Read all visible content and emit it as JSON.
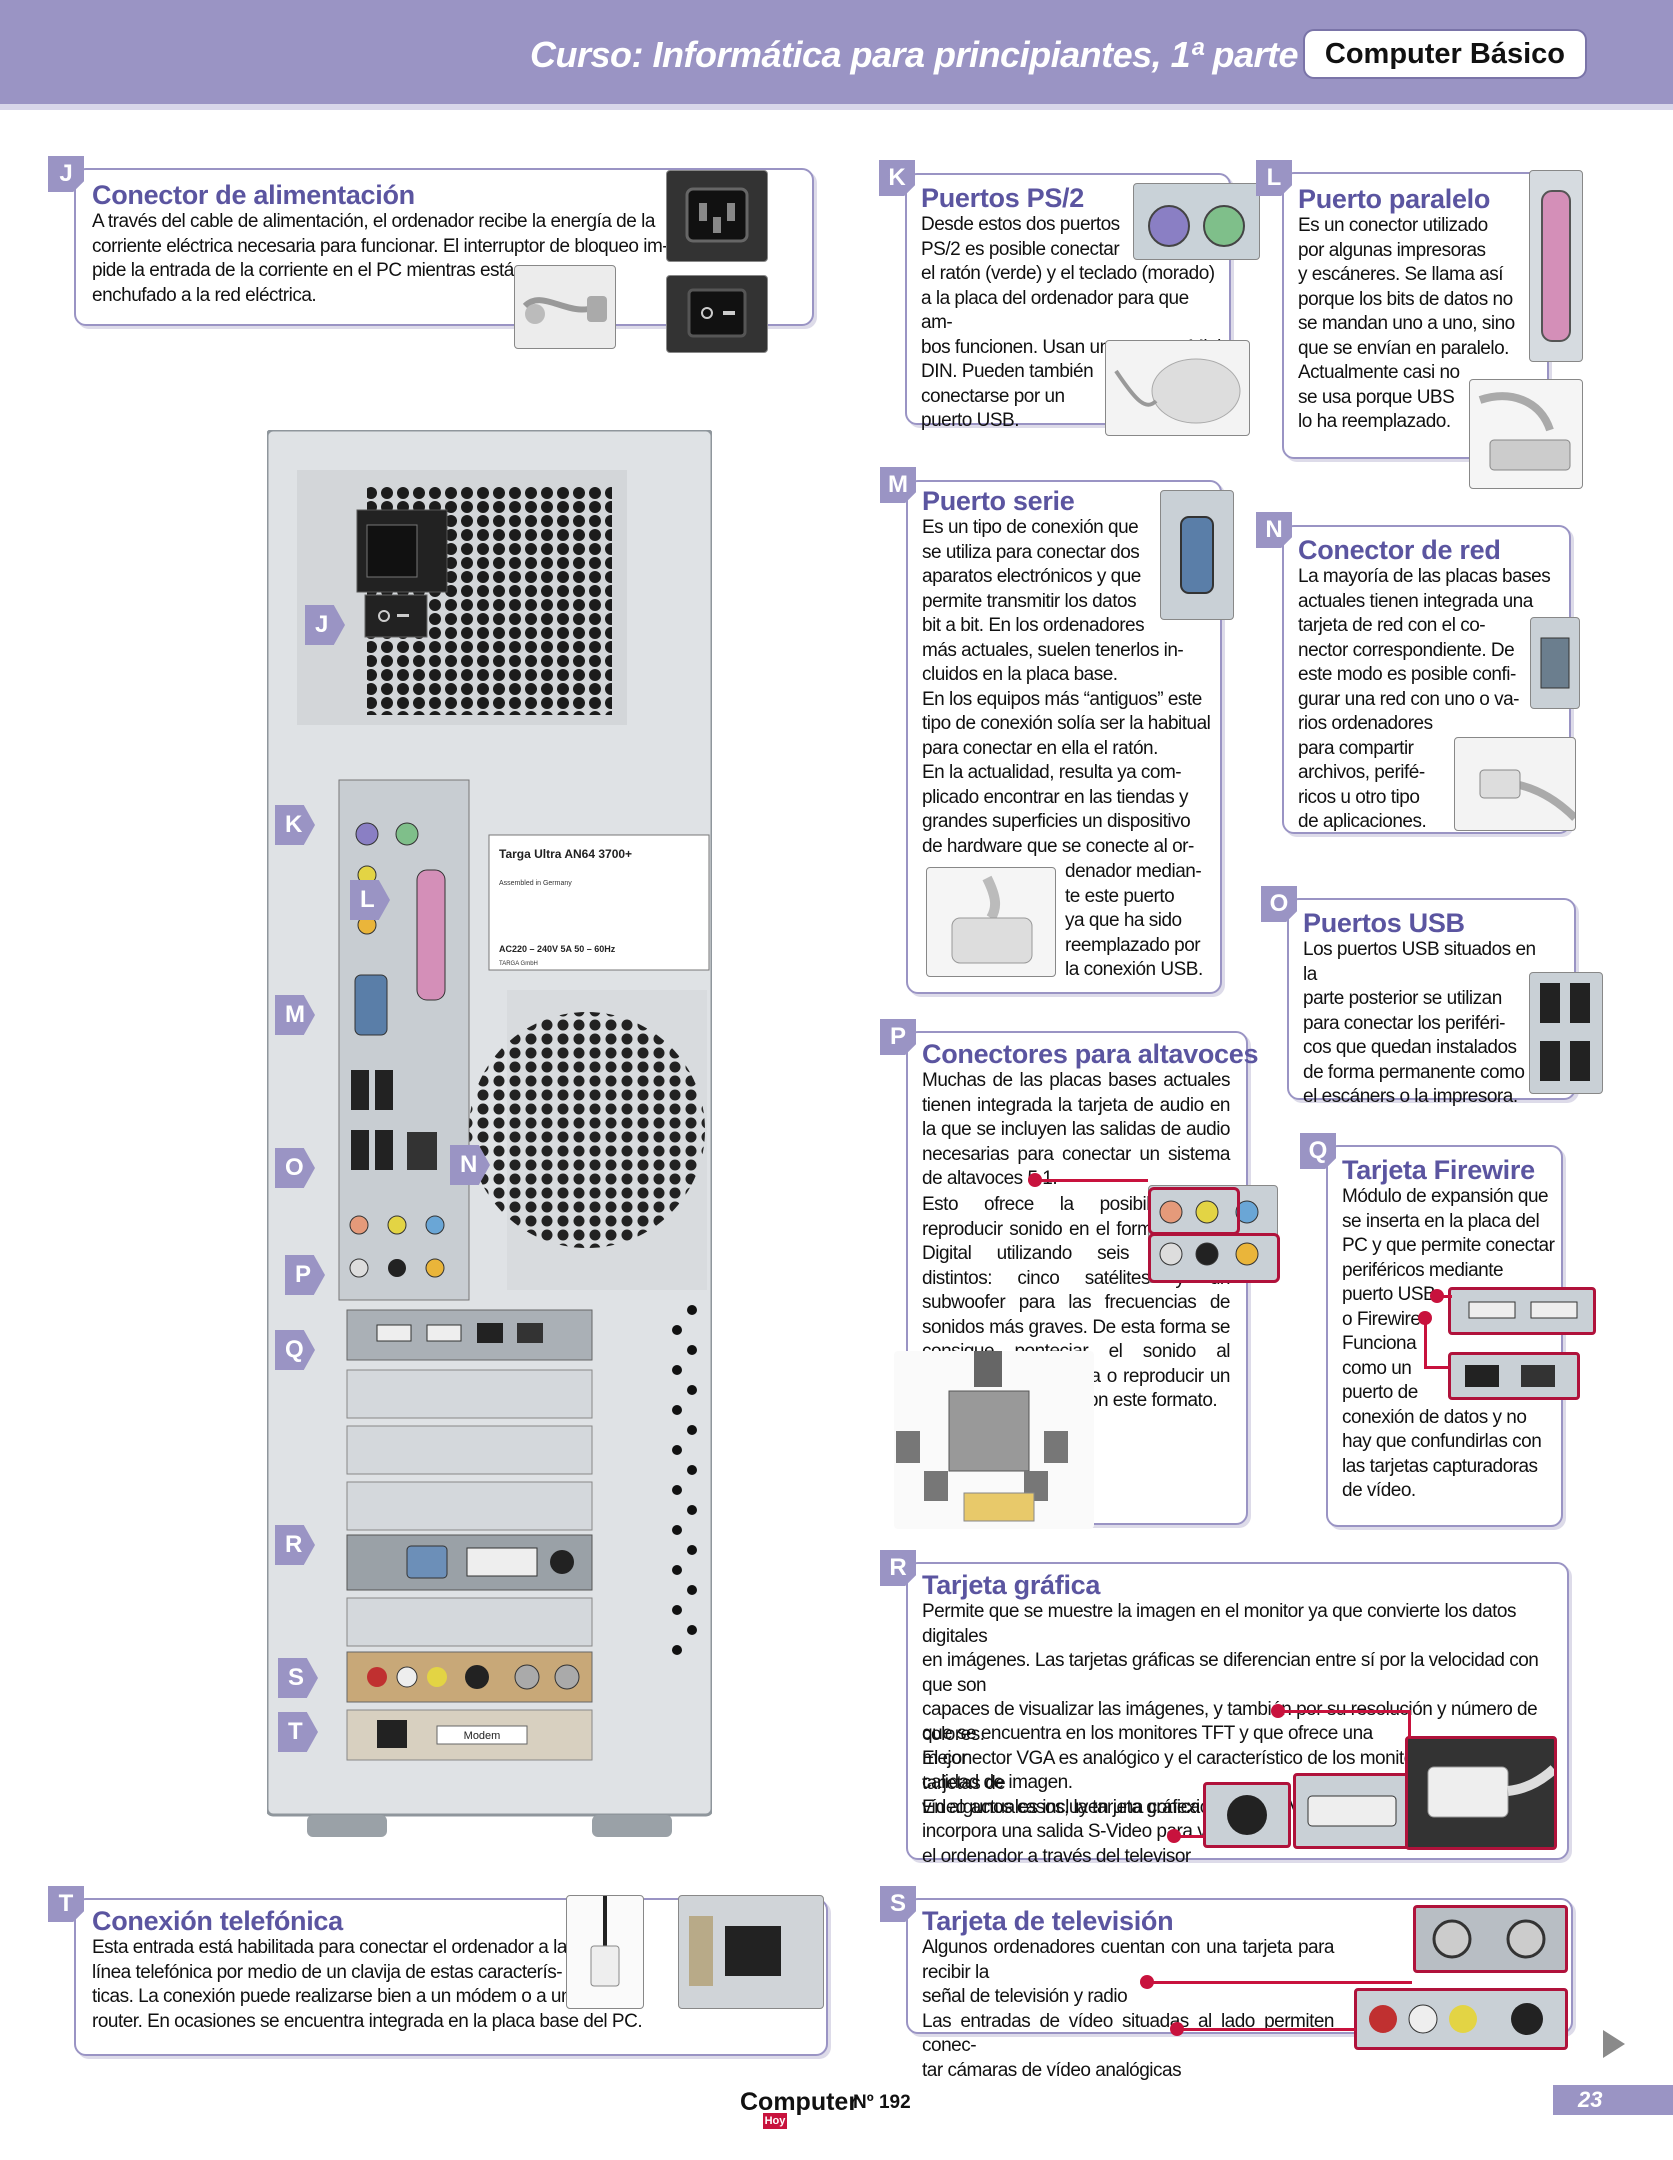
{
  "header": {
    "title": "Curso:  Informática para principiantes, 1ª parte",
    "badge": "Computer Básico"
  },
  "sections": {
    "J": {
      "tag": "J",
      "title": "Conector de alimentación",
      "text": "A través del cable de alimentación, el ordenador recibe la energía de la\ncorriente eléctrica necesaria para funcionar. El interruptor de bloqueo im-\npide la entrada de la corriente en el PC mientras está\nenchufado a la red eléctrica."
    },
    "K": {
      "tag": "K",
      "title": "Puertos PS/2",
      "text": "Desde estos dos puertos\nPS/2 es posible conectar\nel ratón (verde) y el teclado (morado)\na la placa del ordenador para que am-\nbos funcionen. Usan un conector Mini\nDIN. Pueden también\nconectarse por un\npuerto USB."
    },
    "L": {
      "tag": "L",
      "title": "Puerto paralelo",
      "text": "Es un conector utilizado\npor algunas impresoras\ny escáneres. Se llama así\nporque los bits de datos no\nse mandan uno a uno, sino\nque se envían en paralelo.\nActualmente casi no\nse usa porque UBS\nlo ha reemplazado."
    },
    "M": {
      "tag": "M",
      "title": "Puerto serie",
      "text": "Es un tipo de conexión que\nse utiliza para conectar dos\naparatos electrónicos y que\npermite transmitir los datos\nbit a bit. En los ordenadores\nmás actuales, suelen tenerlos in-\ncluidos en la placa base.\nEn los equipos más “antiguos” este\ntipo de conexión solía ser la habitual\npara conectar en ella el ratón.\nEn la actualidad, resulta ya com-\nplicado encontrar en las tiendas y\ngrandes superficies un dispositivo\nde hardware que se conecte al or-",
      "text2": "denador median-\nte este puerto\nya que ha sido\nreemplazado por\nla conexión USB."
    },
    "N": {
      "tag": "N",
      "title": "Conector de red",
      "text": "La mayoría de las placas bases\nactuales tienen integrada una\ntarjeta de red con el co-\nnector correspondiente. De\neste modo es posible confi-\ngurar una red con uno o va-\nrios ordenadores\npara compartir\narchivos, perifé-\nricos u otro tipo\nde aplicaciones."
    },
    "O": {
      "tag": "O",
      "title": "Puertos USB",
      "text": "Los puertos USB situados en la\nparte posterior se utilizan\npara conectar los periféri-\ncos que quedan instalados\nde forma permanente como\nel escáners o la impresora."
    },
    "P": {
      "tag": "P",
      "title": "Conectores para altavoces",
      "text": "Muchas de las placas bases actuales tienen integrada la tarjeta de audio en la que se incluyen las salidas de audio necesarias para conectar un sistema de altavoces 5.1.",
      "text2": "Esto ofrece la posibilidad de reproducir sonido en el formato Dolby Digital utilizando seis altavoces distintos: cinco satélites y un subwoofer para las frecuencias de sonidos más graves. De esta forma se consigue ponteciar el sonido al visualizar una película o reproducir un juego, por ejemplo, con este formato."
    },
    "Q": {
      "tag": "Q",
      "title": "Tarjeta Firewire",
      "text": "Módulo de expansión que\nse inserta en la placa del\nPC y que permite conectar\nperiféricos mediante\npuerto USB\no Firewire\nFunciona\ncomo un\npuerto de\nconexión de datos y no\nhay que confundirlas con\nlas tarjetas capturadoras\nde vídeo."
    },
    "R": {
      "tag": "R",
      "title": "Tarjeta gráfica",
      "text": "Permite que se muestre la imagen en el monitor ya que convierte los datos digitales\nen imágenes. Las tarjetas gráficas se diferencian entre sí por la velocidad con que son\ncapaces de visualizar las imágenes, y también por su resolución y número de colores.\nEl conector VGA es analógico y el característico de los monitores CRT. Las tarjetas de\nvídeo actuales incluyen una conexión digital DVI",
      "text2": "que se encuentra en los monitores TFT y que ofrece una mejor\ncalidad de imagen.\nEn algunos casos, la tarjeta gráfica\nincorpora una salida S-Video para ver\nel ordenador a través del televisor"
    },
    "S": {
      "tag": "S",
      "title": "Tarjeta de televisión",
      "text": "Algunos ordenadores cuentan con una tarjeta para recibir la\nseñal de televisión y radio\nLas entradas de vídeo situadas al lado permiten conec-\ntar cámaras de vídeo analógicas"
    },
    "T": {
      "tag": "T",
      "title": "Conexión telefónica",
      "text": "Esta entrada está habilitada para conectar el ordenador a la\nlínea telefónica por medio de un clavija de estas caracterís-\nticas. La conexión puede realizarse bien a un módem o a un\nrouter. En ocasiones se encuentra integrada en la placa base del PC."
    }
  },
  "pc": {
    "labels": [
      "J",
      "K",
      "L",
      "M",
      "O",
      "N",
      "P",
      "Q",
      "R",
      "S",
      "T"
    ],
    "sticker": [
      "Targa Ultra AN64 3700+",
      "Assembled in Germany",
      "AC220 – 240V 5A   50 – 60Hz",
      "TARGA GmbH"
    ],
    "modem_label": "Modem"
  },
  "footer": {
    "logo": "Computer",
    "logo_hoy": "Hoy",
    "issue": "Nº 192",
    "page": "23"
  }
}
